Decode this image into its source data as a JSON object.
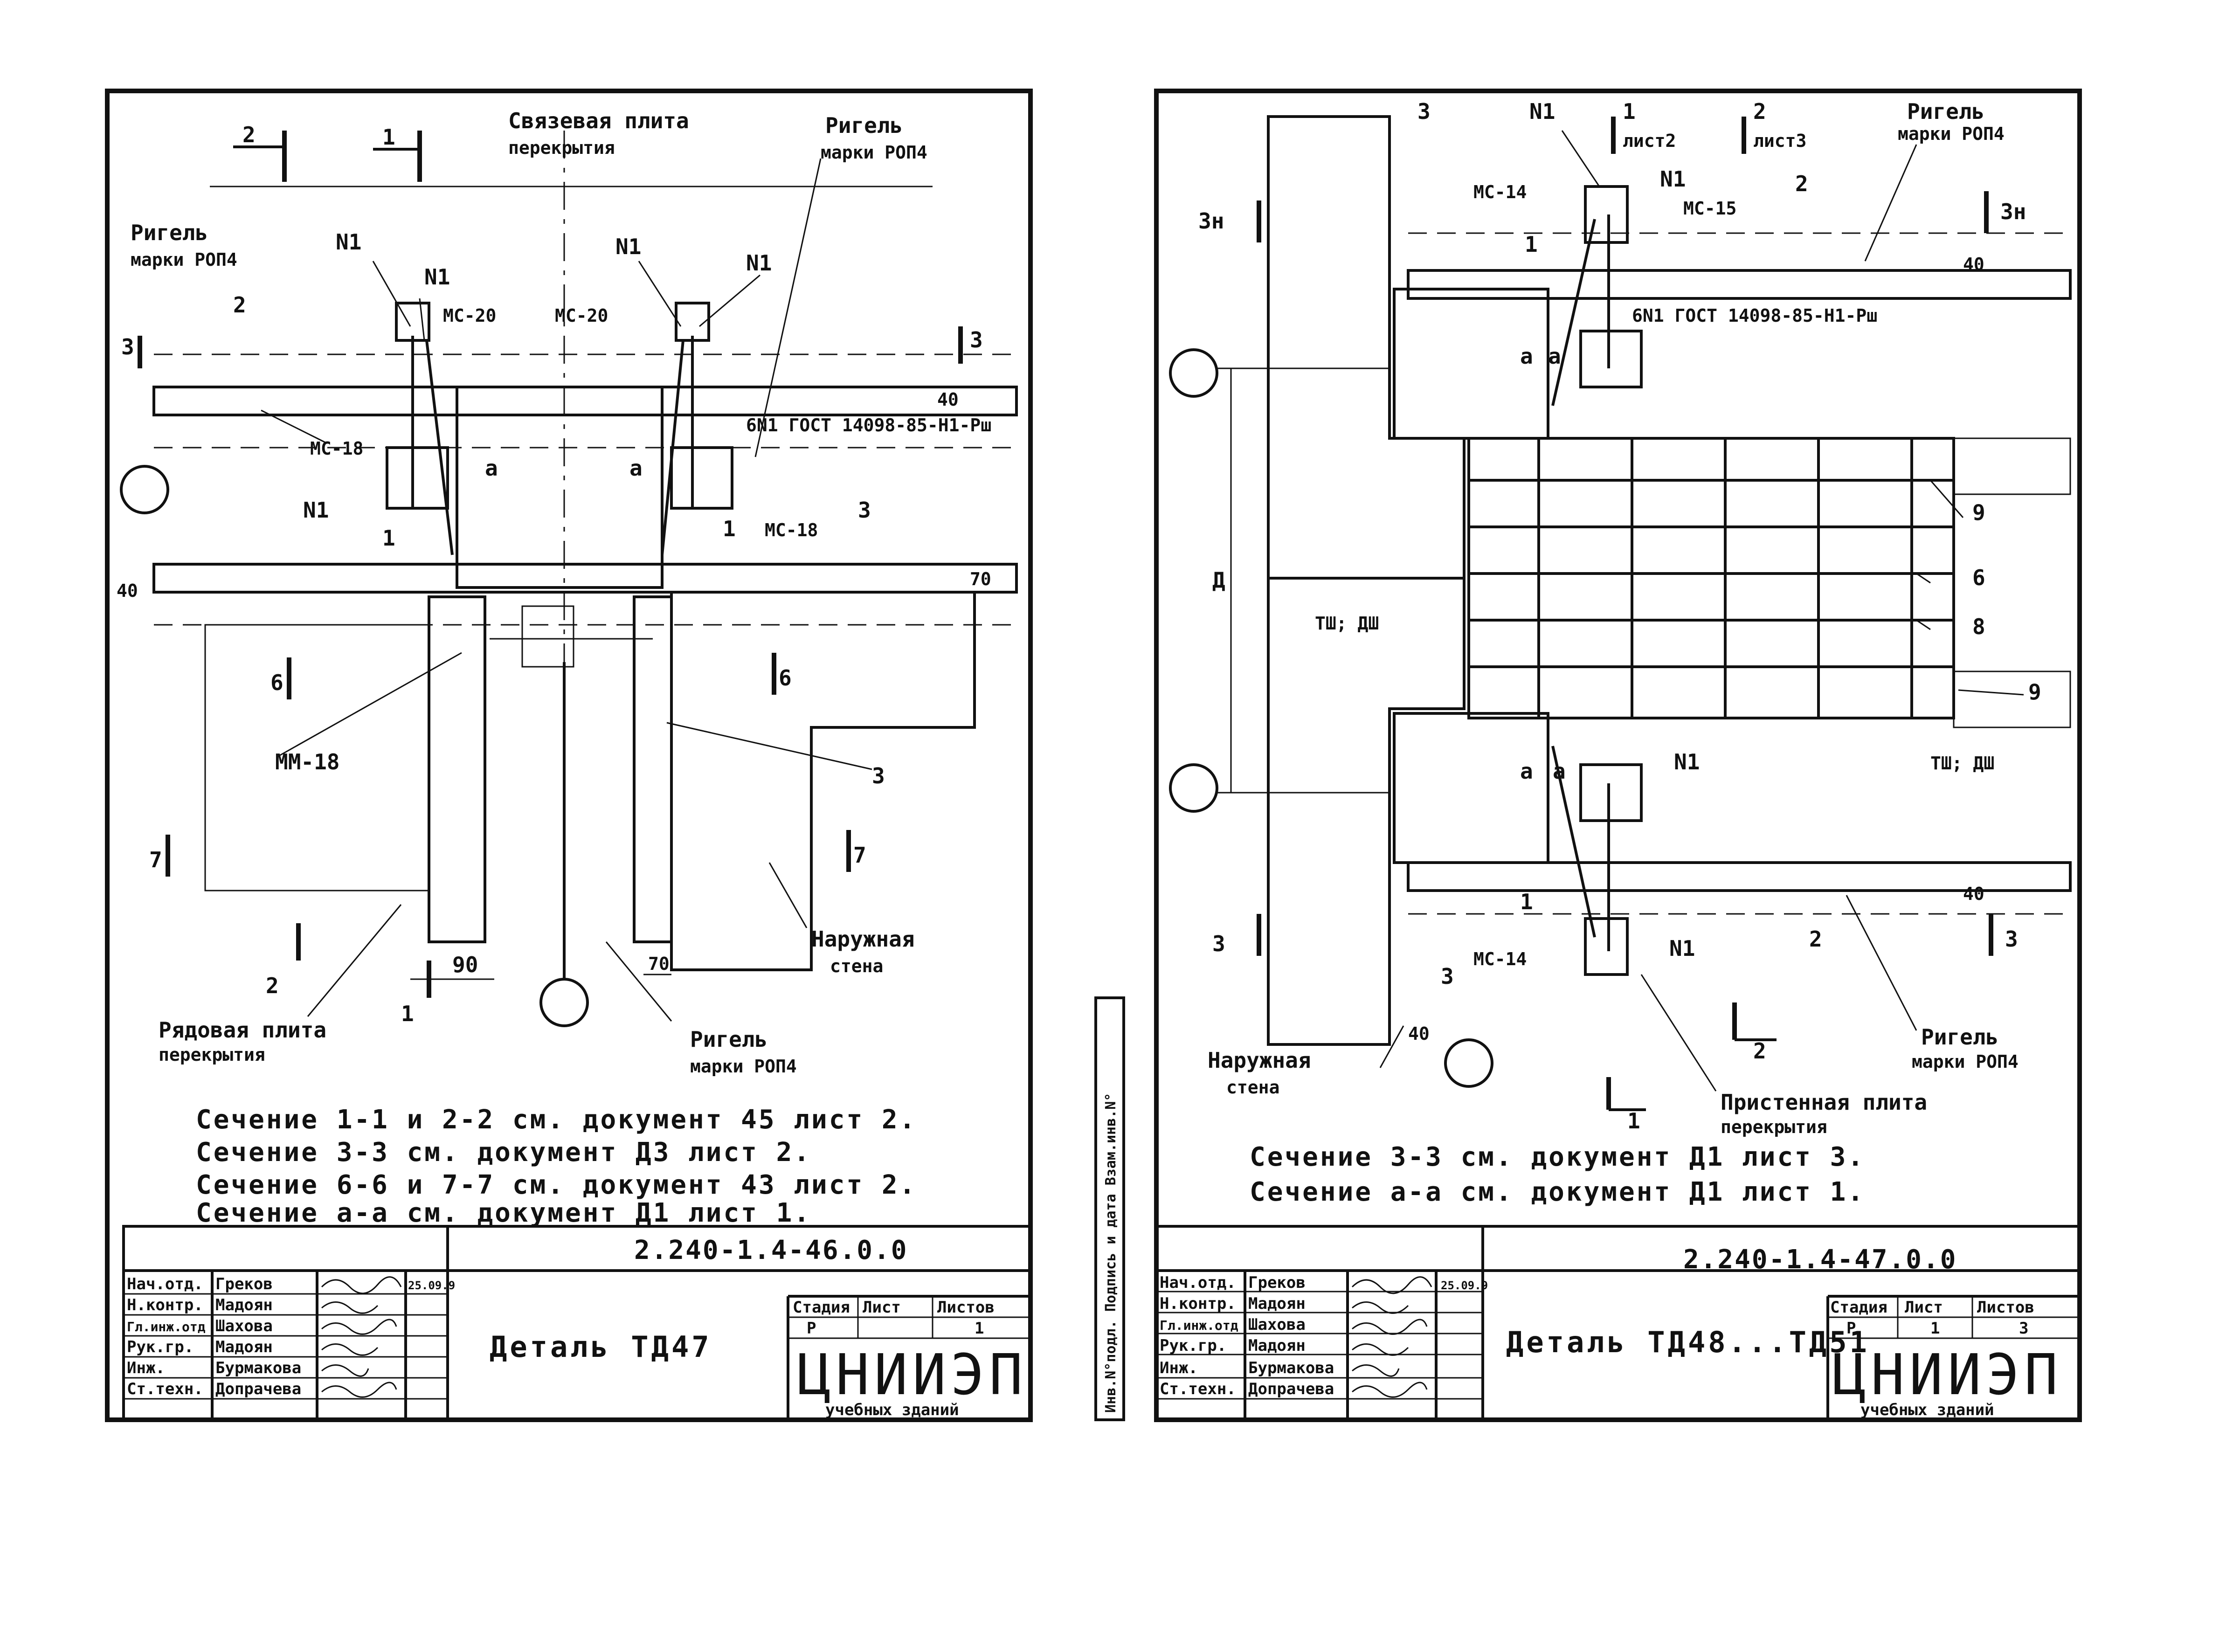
{
  "sheet_left": {
    "labels": {
      "connecting_slab": [
        "Связевая плита",
        "перекрытия"
      ],
      "girder_top": [
        "Ригель",
        "марки РОП4"
      ],
      "girder_left": [
        "Ригель",
        "марки РОП4"
      ],
      "girder_bottom": [
        "Ригель",
        "марки РОП4"
      ],
      "ordinary_slab": [
        "Рядовая плита",
        "перекрытия"
      ],
      "outer_wall": [
        "Наружная",
        "стена"
      ],
      "n1_a": "N1",
      "n1_b": "N1",
      "n1_c": "N1",
      "n1_d": "N1",
      "n1_e": "N1",
      "mc20_a": "МС-20",
      "mc20_b": "МС-20",
      "mc18_a": "МС-18",
      "mc18_b": "МС-18",
      "mm18": "ММ-18",
      "gost": "6N1 ГОСТ 14098-85-Н1-Рш",
      "num_2": "2",
      "num_3": "3",
      "num_1_a": "1",
      "num_1_b": "1",
      "a_1": "а",
      "a_2": "а",
      "dim_40a": "40",
      "dim_40b": "40",
      "dim_70a": "70",
      "dim_70b": "70",
      "dim_90": "90",
      "cut_1_top": "1",
      "cut_2_top": "2",
      "cut_3_left": "3",
      "cut_3_right": "3",
      "cut_6_left": "6",
      "cut_6_right": "6",
      "cut_7_left": "7",
      "cut_7_right": "7",
      "cut_2_bottom": "2",
      "cut_1_bottom": "1",
      "num_3_mid": "3"
    },
    "notes": [
      "Сечение 1-1 и 2-2 см. документ 45 лист 2.",
      "Сечение 3-3 см. документ Д3 лист 2.",
      "Сечение 6-6 и 7-7 см. документ 43 лист 2.",
      "Сечение а-а см. документ Д1 лист 1."
    ],
    "title_block": {
      "doc_code": "2.240-1.4-46.0.0",
      "title": "Деталь ТД47",
      "stage_header": "Стадия",
      "sheet_header": "Лист",
      "sheets_header": "Листов",
      "stage": "Р",
      "sheets": "1",
      "org": "ЦНИИЭП",
      "org_sub": "учебных зданий",
      "date": "25.09.9",
      "staff": [
        {
          "role": "Нач.отд.",
          "name": "Греков"
        },
        {
          "role": "Н.контр.",
          "name": "Мадоян"
        },
        {
          "role": "Гл.инж.отд",
          "name": "Шахова"
        },
        {
          "role": "Рук.гр.",
          "name": "Мадоян"
        },
        {
          "role": "Инж.",
          "name": "Бурмакова"
        },
        {
          "role": "Ст.техн.",
          "name": "Допрачева"
        }
      ]
    }
  },
  "sheet_right": {
    "labels": {
      "girder_top": [
        "Ригель",
        "марки РОП4"
      ],
      "girder_bottom": [
        "Ригель",
        "марки РОП4"
      ],
      "outer_wall": [
        "Наружная",
        "стена"
      ],
      "wall_slab": [
        "Пристенная плита",
        "перекрытия"
      ],
      "n1_a": "N1",
      "n1_b": "N1",
      "n1_c": "N1",
      "n1_d": "N1",
      "mc14_a": "МС-14",
      "mc14_b": "МС-14",
      "mc15": "МС-15",
      "gost": "6N1 ГОСТ 14098-85-Н1-Рш",
      "ref_sheet2": "лист2",
      "ref_sheet3": "лист3",
      "tsh_dsh_a": "ТШ; ДШ",
      "tsh_dsh_b": "ТШ; ДШ",
      "dim_d": "Д",
      "num_1": "1",
      "num_2": "2",
      "num_3": "3",
      "num_6": "6",
      "num_8": "8",
      "num_9_a": "9",
      "num_9_b": "9",
      "cut_1_top": "1",
      "cut_2_top": "2",
      "cut_3n_left": "3н",
      "cut_3n_right": "3н",
      "cut_3_left": "3",
      "cut_3_right": "3",
      "cut_2_bottom": "2",
      "cut_1_bottom": "1",
      "dim_40a": "40",
      "dim_40b": "40",
      "dim_40c": "40",
      "a_1": "а",
      "a_2": "а",
      "a_3": "а",
      "a_4": "а",
      "num_1_b": "1",
      "num_3_b": "3",
      "num_2_b": "2"
    },
    "notes": [
      "Сечение 3-3 см. документ Д1 лист 3.",
      "Сечение а-а см. документ Д1 лист 1."
    ],
    "side_stamp": "Инв.N°подл. Подпись и дата Взам.инв.N°",
    "title_block": {
      "doc_code": "2.240-1.4-47.0.0",
      "title": "Деталь ТД48...ТД51",
      "stage_header": "Стадия",
      "sheet_header": "Лист",
      "sheets_header": "Листов",
      "stage": "Р",
      "sheet": "1",
      "sheets": "3",
      "org": "ЦНИИЭП",
      "org_sub": "учебных зданий",
      "date": "25.09.9",
      "staff": [
        {
          "role": "Нач.отд.",
          "name": "Греков"
        },
        {
          "role": "Н.контр.",
          "name": "Мадоян"
        },
        {
          "role": "Гл.инж.отд",
          "name": "Шахова"
        },
        {
          "role": "Рук.гр.",
          "name": "Мадоян"
        },
        {
          "role": "Инж.",
          "name": "Бурмакова"
        },
        {
          "role": "Ст.техн.",
          "name": "Допрачева"
        }
      ]
    }
  }
}
